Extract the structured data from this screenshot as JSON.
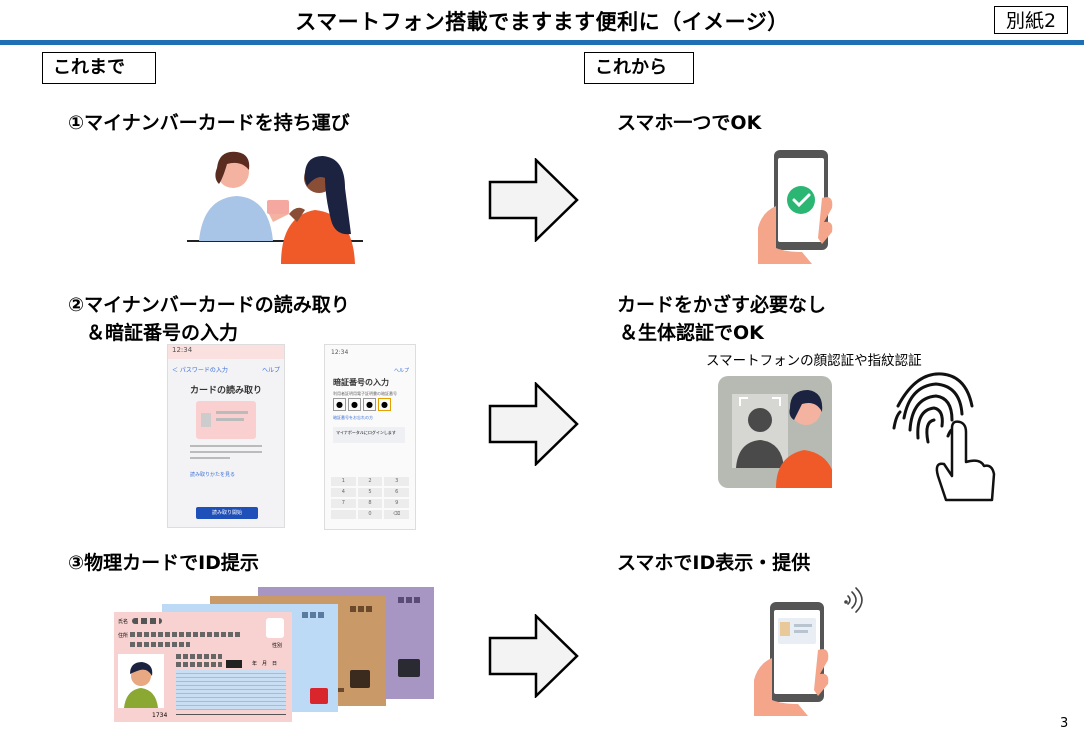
{
  "header": {
    "title": "スマートフォン搭載でますます便利に（イメージ）",
    "annex": "別紙2"
  },
  "columns": {
    "before": "これまで",
    "after": "これから"
  },
  "rows": [
    {
      "before": [
        "①マイナンバーカードを持ち運び"
      ],
      "after": [
        "スマホ一つでOK"
      ]
    },
    {
      "before": [
        "②マイナンバーカードの読み取り",
        "＆暗証番号の入力"
      ],
      "after": [
        "カードをかざす必要なし",
        "＆生体認証でOK"
      ],
      "after_note": "スマートフォンの顔認証や指紋認証"
    },
    {
      "before": [
        "③物理カードでID提示"
      ],
      "after": [
        "スマホでID表示・提供"
      ]
    }
  ],
  "screens": {
    "left": {
      "time": "12:34",
      "back": "＜ パスワードの入力",
      "help": "ヘルプ",
      "title": "カードの読み取り",
      "link": "読み取りかたを見る",
      "button": "読み取り開始"
    },
    "right": {
      "time": "12:34",
      "help": "ヘルプ",
      "title": "暗証番号の入力",
      "hint": "利用者証明用電子証明書の暗証番号",
      "link": "暗証番号をお忘れの方",
      "row": "マイナポータルにログインします",
      "keys": [
        "1",
        "2",
        "3",
        "4",
        "5",
        "6",
        "7",
        "8",
        "9",
        "",
        "0",
        "⌫"
      ]
    }
  },
  "card": {
    "field_name": "氏名",
    "field_address": "住所",
    "sex_label": "性別",
    "date_label": "年　月　日",
    "number": "1734"
  },
  "page_number": "3"
}
